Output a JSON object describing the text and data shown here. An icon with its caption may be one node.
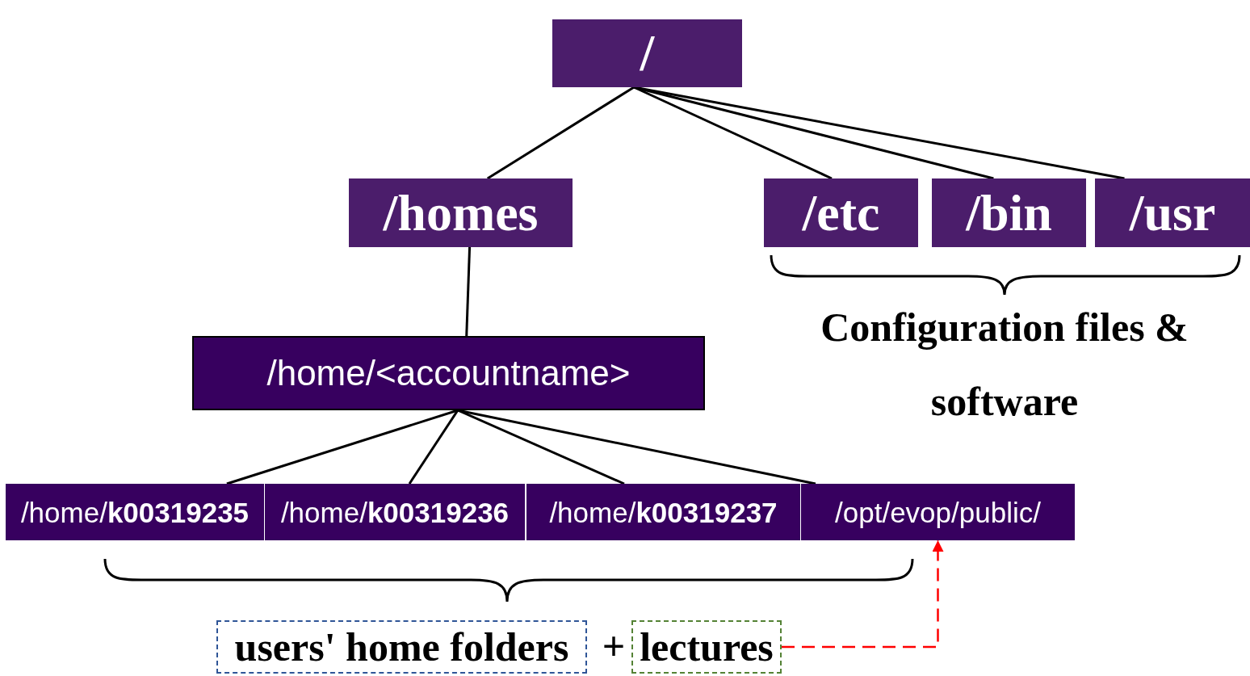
{
  "diagram": {
    "nodes": [
      {
        "text": [
          "/"
        ]
      },
      {
        "text": [
          "/homes"
        ]
      },
      {
        "text": [
          "/etc"
        ]
      },
      {
        "text": [
          "/bin"
        ]
      },
      {
        "text": [
          "/usr"
        ]
      },
      {
        "text": [
          "/home/<accountname>"
        ]
      },
      {
        "text": [
          "/home/**k00319235**"
        ]
      },
      {
        "text": [
          "/home/**k00319236**"
        ]
      },
      {
        "text": [
          "/home/**k00319237**"
        ]
      },
      {
        "text": [
          "/opt/evop/public/"
        ]
      },
      {
        "text": [
          "users' home folders"
        ]
      },
      {
        "text": [
          "lectures"
        ]
      }
    ],
    "edges": [
      {
        "from": 0,
        "to": 1,
        "arrow": "none"
      },
      {
        "from": 0,
        "to": 2,
        "arrow": "none"
      },
      {
        "from": 0,
        "to": 3,
        "arrow": "none"
      },
      {
        "from": 0,
        "to": 4,
        "arrow": "none"
      },
      {
        "from": 1,
        "to": 5,
        "arrow": "none"
      },
      {
        "from": 5,
        "to": 6,
        "arrow": "none"
      },
      {
        "from": 5,
        "to": 7,
        "arrow": "none"
      },
      {
        "from": 5,
        "to": 8,
        "arrow": "none"
      },
      {
        "from": 5,
        "to": 9,
        "arrow": "none"
      },
      {
        "from": 11,
        "to": 9,
        "arrow": "to",
        "style": "dashed",
        "color": "#ff0000"
      }
    ],
    "labels": [
      "Configuration files & software",
      "+"
    ]
  }
}
